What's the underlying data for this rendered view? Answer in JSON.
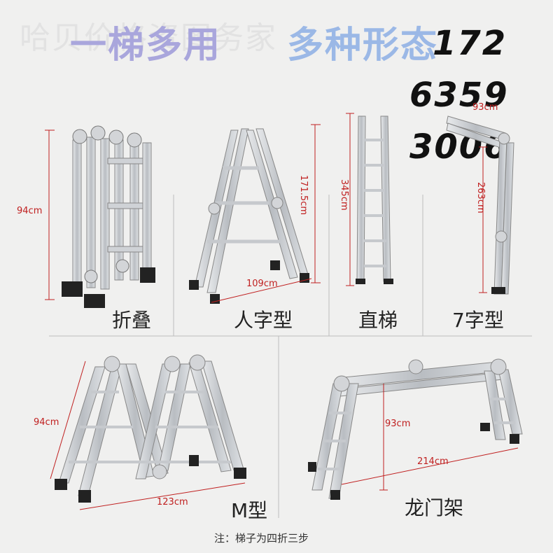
{
  "watermark": "哈贝价格资图务家",
  "headline": {
    "part1": "一梯多用",
    "part2": "多种形态"
  },
  "codes": [
    "172",
    "6359",
    "3006"
  ],
  "panels": {
    "folded": {
      "label": "折叠",
      "height": "94cm"
    },
    "a_frame": {
      "label": "人字型",
      "height": "171.5cm",
      "width": "109cm"
    },
    "straight": {
      "label": "直梯",
      "height": "345cm"
    },
    "seven": {
      "label": "7字型",
      "height": "263cm",
      "top": "93cm"
    },
    "m_shape": {
      "label": "M型",
      "height": "94cm",
      "width": "123cm"
    },
    "gantry": {
      "label": "龙门架",
      "height": "93cm",
      "width": "214cm"
    }
  },
  "footnote": "注：梯子为四折三步",
  "colors": {
    "dimension": "#c02020",
    "headline1": "#a9a6dc",
    "headline2": "#9bb8e6",
    "metal": "#c9ccd0"
  }
}
